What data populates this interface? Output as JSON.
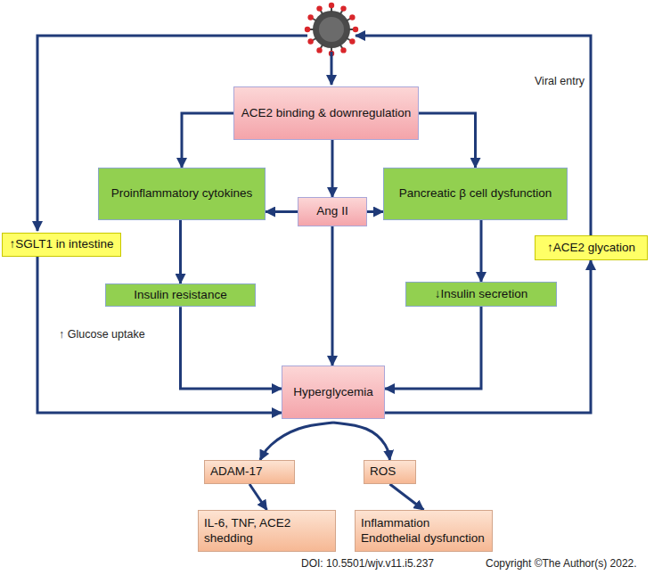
{
  "diagram": {
    "nodes": [
      {
        "text": [
          "ACE2 binding & downregulation"
        ]
      },
      {
        "text": [
          "Proinflammatory cytokines"
        ]
      },
      {
        "text": [
          "Ang II"
        ]
      },
      {
        "text": [
          "Pancreatic β cell dysfunction"
        ]
      },
      {
        "text": [
          "↑SGLT1 in intestine"
        ]
      },
      {
        "text": [
          "↑ACE2 glycation"
        ]
      },
      {
        "text": [
          "Insulin resistance"
        ]
      },
      {
        "text": [
          "↓Insulin secretion"
        ]
      },
      {
        "text": [
          "Hyperglycemia"
        ]
      },
      {
        "text": [
          "ADAM-17"
        ]
      },
      {
        "text": [
          "ROS"
        ]
      },
      {
        "text": [
          "IL-6, TNF, ACE2 shedding"
        ]
      },
      {
        "text": [
          "Inflammation Endothelial dysfunction"
        ]
      }
    ],
    "edges": [
      {
        "from": 0,
        "to": 1,
        "arrow": "to"
      },
      {
        "from": 0,
        "to": 2,
        "arrow": "to"
      },
      {
        "from": 0,
        "to": 3,
        "arrow": "to"
      },
      {
        "from": 2,
        "to": 1,
        "arrow": "to"
      },
      {
        "from": 2,
        "to": 3,
        "arrow": "to"
      },
      {
        "from": 2,
        "to": 8,
        "arrow": "to"
      },
      {
        "from": 1,
        "to": 6,
        "arrow": "to"
      },
      {
        "from": 3,
        "to": 7,
        "arrow": "to"
      },
      {
        "from": 6,
        "to": 8,
        "arrow": "to"
      },
      {
        "from": 7,
        "to": 8,
        "arrow": "to"
      },
      {
        "from": 4,
        "to": 8,
        "arrow": "to"
      },
      {
        "from": 8,
        "to": 5,
        "arrow": "to"
      },
      {
        "from": 8,
        "to": 9,
        "arrow": "to"
      },
      {
        "from": 8,
        "to": 10,
        "arrow": "to"
      },
      {
        "from": 9,
        "to": 11,
        "arrow": "to"
      },
      {
        "from": 10,
        "to": 12,
        "arrow": "to"
      }
    ],
    "labels": [
      "Viral entry",
      "↑ Glucose uptake",
      "DOI: 10.5501/wjv.v11.i5.237",
      "Copyright ©The Author(s) 2022."
    ]
  }
}
